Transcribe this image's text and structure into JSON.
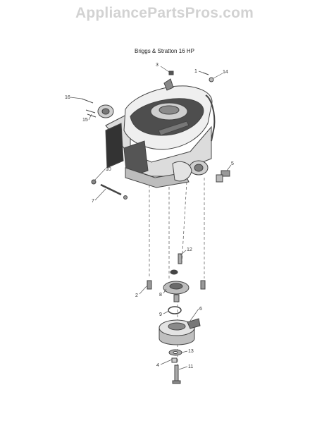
{
  "watermark": "AppliancePartsPros.com",
  "title": "Briggs & Stratton 16 HP",
  "callouts": [
    "3",
    "1",
    "14",
    "16",
    "15",
    "5",
    "10",
    "7",
    "12",
    "2",
    "8",
    "9",
    "6",
    "13",
    "4",
    "11"
  ],
  "colors": {
    "line": "#444444",
    "fill_dark": "#5a5a5a",
    "fill_mid": "#9a9a9a",
    "fill_light": "#e6e6e6"
  }
}
